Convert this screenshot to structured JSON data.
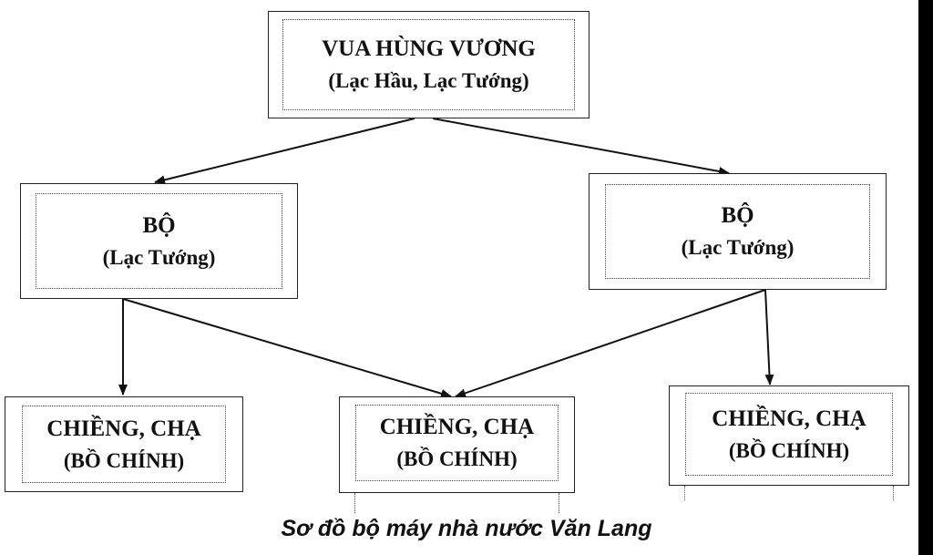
{
  "diagram": {
    "root": {
      "title": "VUA HÙNG VƯƠNG",
      "subtitle": "(Lạc Hầu, Lạc Tướng)"
    },
    "bo_left": {
      "title": "BỘ",
      "subtitle": "(Lạc Tướng)"
    },
    "bo_right": {
      "title": "BỘ",
      "subtitle": "(Lạc Tướng)"
    },
    "chieng_left": {
      "title": "CHIỀNG, CHẠ",
      "subtitle": "(BỒ CHÍNH)"
    },
    "chieng_middle": {
      "title": "CHIỀNG, CHẠ",
      "subtitle": "(BỒ CHÍNH)"
    },
    "chieng_right": {
      "title": "CHIỀNG, CHẠ",
      "subtitle": "(BỒ CHÍNH)"
    },
    "caption": "Sơ đồ bộ máy nhà nước Văn Lang"
  }
}
